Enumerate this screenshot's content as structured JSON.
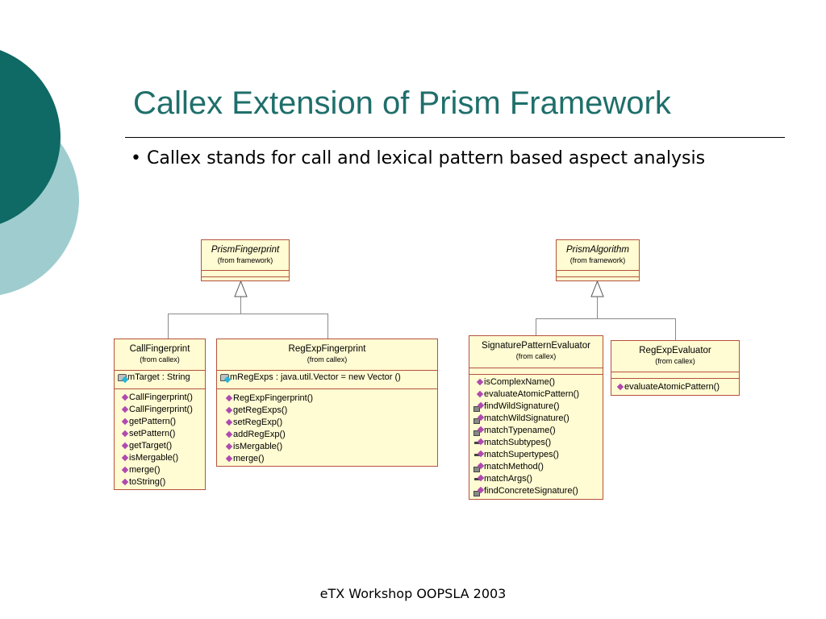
{
  "slide": {
    "title": "Callex Extension of Prism Framework",
    "bullet": "• Callex stands for call and lexical pattern based aspect analysis",
    "footer": "eTX Workshop OOPSLA 2003"
  },
  "diagram": {
    "prism_fingerprint": {
      "name": "PrismFingerprint",
      "from": "(from framework)"
    },
    "prism_algorithm": {
      "name": "PrismAlgorithm",
      "from": "(from framework)"
    },
    "call_fingerprint": {
      "name": "CallFingerprint",
      "from": "(from callex)",
      "attributes": [
        {
          "text": "mTarget : String",
          "icon": "protected-attribute-icon"
        }
      ],
      "operations": [
        "CallFingerprint()",
        "CallFingerprint()",
        "getPattern()",
        "setPattern()",
        "getTarget()",
        "isMergable()",
        "merge()",
        "toString()"
      ]
    },
    "regexp_fingerprint": {
      "name": "RegExpFingerprint",
      "from": "(from callex)",
      "attributes": [
        {
          "text": "mRegExps : java.util.Vector = new Vector ()",
          "icon": "protected-attribute-icon"
        }
      ],
      "operations": [
        "RegExpFingerprint()",
        "getRegExps()",
        "setRegExp()",
        "addRegExp()",
        "isMergable()",
        "merge()"
      ]
    },
    "signature_pattern_evaluator": {
      "name": "SignaturePatternEvaluator",
      "from": "(from callex)",
      "operations": [
        {
          "text": "isComplexName()",
          "icon": "public-operation-icon"
        },
        {
          "text": "evaluateAtomicPattern()",
          "icon": "public-operation-icon"
        },
        {
          "text": "findWildSignature()",
          "icon": "private-operation-icon"
        },
        {
          "text": "matchWildSignature()",
          "icon": "private-operation-icon"
        },
        {
          "text": "matchTypename()",
          "icon": "private-operation-icon"
        },
        {
          "text": "matchSubtypes()",
          "icon": "protected-operation-icon"
        },
        {
          "text": "matchSupertypes()",
          "icon": "protected-operation-icon"
        },
        {
          "text": "matchMethod()",
          "icon": "private-operation-icon"
        },
        {
          "text": "matchArgs()",
          "icon": "protected-operation-icon"
        },
        {
          "text": "findConcreteSignature()",
          "icon": "private-operation-icon"
        }
      ]
    },
    "regexp_evaluator": {
      "name": "RegExpEvaluator",
      "from": "(from callex)",
      "operations": [
        "evaluateAtomicPattern()"
      ]
    }
  },
  "colors": {
    "title": "#1f6f6b",
    "circle_dark": "#0f6964",
    "circle_light": "#9fcdcf",
    "box_fill": "#fffbd2",
    "box_border": "#b5513e",
    "connector": "#8a8a8a"
  }
}
